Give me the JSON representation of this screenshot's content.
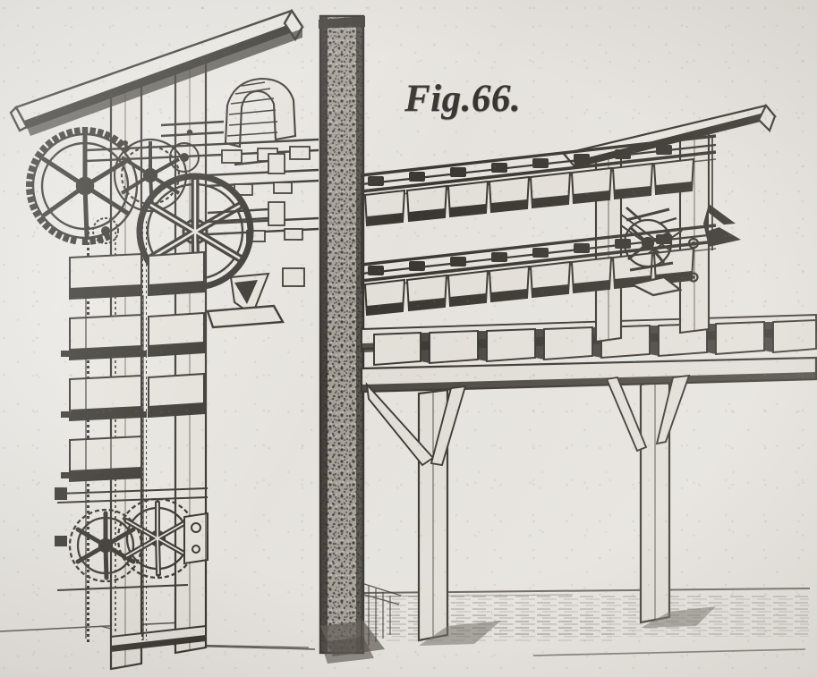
{
  "figure": {
    "label": "Fig.66.",
    "caption_position": "top-center-right",
    "background_color": "#e9e7e2",
    "ink_color": "#1a1814",
    "medium": "antique steel engraving / line cut",
    "subject": "Bucket elevator and overhead bucket-conveyor on timber trestle beside a masonry pier"
  },
  "chart_data": {
    "type": "diagram",
    "title": "Fig.66.",
    "subtitle": "",
    "xlabel": "",
    "ylabel": "",
    "grid": false,
    "legend": false,
    "annotations": [
      "Fig.66."
    ],
    "components": [
      {
        "name": "top-slanting-beam",
        "type": "timber-beam",
        "note": "long beam rising left-to-right across upper left"
      },
      {
        "name": "left-frame-post-outer",
        "type": "timber-post"
      },
      {
        "name": "left-frame-post-inner",
        "type": "timber-post"
      },
      {
        "name": "large-toothed-gear",
        "type": "gear",
        "teeth": 46,
        "spokes": 6
      },
      {
        "name": "spoked-flywheel",
        "type": "flywheel",
        "spokes": 6
      },
      {
        "name": "upper-chain-sprocket",
        "type": "sprocket"
      },
      {
        "name": "lower-chain-sprocket-pair",
        "type": "sprocket",
        "count": 2
      },
      {
        "name": "arched-hood",
        "type": "ribbed-cover",
        "ribs": 7
      },
      {
        "name": "vertical-bucket-elevator-chain",
        "type": "chain-with-buckets",
        "buckets": 7
      },
      {
        "name": "masonry-pier",
        "type": "stone-wall",
        "note": "stippled dark vertical pier, full height"
      },
      {
        "name": "upper-conveyor-rail",
        "type": "double-rail-track",
        "buckets": 9
      },
      {
        "name": "lower-conveyor-rail",
        "type": "double-rail-track",
        "buckets": 9
      },
      {
        "name": "right-head-gear",
        "type": "sprocket-and-levers"
      },
      {
        "name": "right-top-crossbeam",
        "type": "timber-beam"
      },
      {
        "name": "right-posts",
        "type": "timber-post",
        "count": 2,
        "bolts": 2
      },
      {
        "name": "platform-girder",
        "type": "timber-girder"
      },
      {
        "name": "deck-joists",
        "type": "timber-joist",
        "count": 8
      },
      {
        "name": "trestle-legs",
        "type": "timber-post",
        "count": 2
      },
      {
        "name": "knee-braces",
        "type": "diagonal-brace",
        "count": 4
      },
      {
        "name": "ground-line",
        "type": "hatched-ground"
      }
    ]
  }
}
